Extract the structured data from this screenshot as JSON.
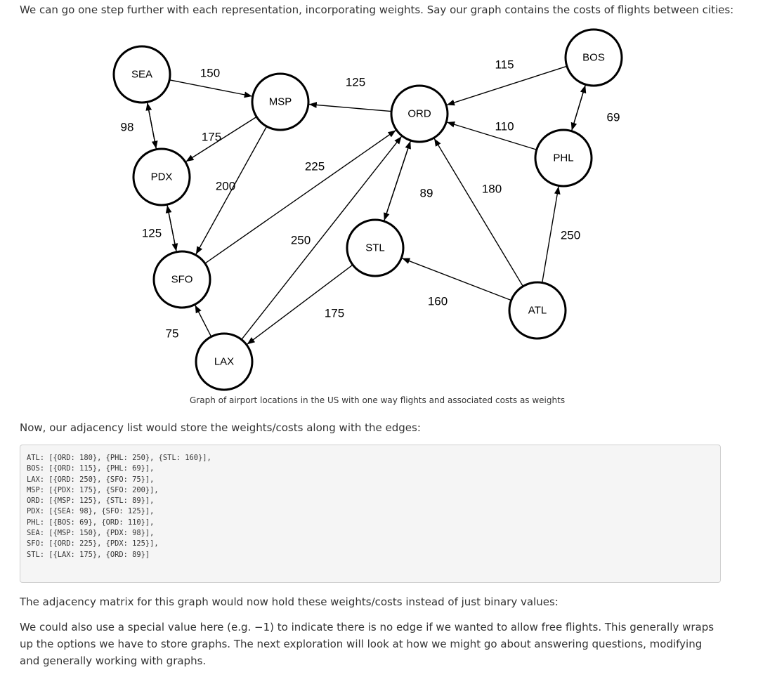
{
  "intro_text": "We can go one step further with each representation, incorporating weights. Say our graph contains the costs of flights between cities:",
  "graph": {
    "nodes": {
      "SEA": "SEA",
      "MSP": "MSP",
      "ORD": "ORD",
      "BOS": "BOS",
      "PDX": "PDX",
      "PHL": "PHL",
      "STL": "STL",
      "SFO": "SFO",
      "ATL": "ATL",
      "LAX": "LAX"
    },
    "edges": [
      {
        "from": "SEA",
        "to": "MSP",
        "weight": "150"
      },
      {
        "from": "SEA",
        "to": "PDX",
        "weight": "98"
      },
      {
        "from": "PDX",
        "to": "SEA",
        "weight": "98"
      },
      {
        "from": "ORD",
        "to": "MSP",
        "weight": "125"
      },
      {
        "from": "BOS",
        "to": "ORD",
        "weight": "115"
      },
      {
        "from": "MSP",
        "to": "PDX",
        "weight": "175"
      },
      {
        "from": "MSP",
        "to": "SFO",
        "weight": "200"
      },
      {
        "from": "SFO",
        "to": "ORD",
        "weight": "225"
      },
      {
        "from": "PHL",
        "to": "ORD",
        "weight": "110"
      },
      {
        "from": "BOS",
        "to": "PHL",
        "weight": "69"
      },
      {
        "from": "PHL",
        "to": "BOS",
        "weight": "69"
      },
      {
        "from": "PDX",
        "to": "SFO",
        "weight": "125"
      },
      {
        "from": "SFO",
        "to": "PDX",
        "weight": "125"
      },
      {
        "from": "ORD",
        "to": "STL",
        "weight": "89"
      },
      {
        "from": "STL",
        "to": "ORD",
        "weight": "89"
      },
      {
        "from": "ATL",
        "to": "ORD",
        "weight": "180"
      },
      {
        "from": "LAX",
        "to": "ORD",
        "weight": "250"
      },
      {
        "from": "ATL",
        "to": "PHL",
        "weight": "250"
      },
      {
        "from": "ATL",
        "to": "STL",
        "weight": "160"
      },
      {
        "from": "STL",
        "to": "LAX",
        "weight": "175"
      },
      {
        "from": "LAX",
        "to": "SFO",
        "weight": "75"
      }
    ]
  },
  "caption": "Graph of airport locations in the US with one way flights and associated costs as weights",
  "now_text": "Now, our adjacency list would store the weights/costs along with the edges:",
  "code_lines": [
    "ATL: [{ORD: 180}, {PHL: 250}, {STL: 160}],",
    "BOS: [{ORD: 115}, {PHL: 69}],",
    "LAX: [{ORD: 250}, {SFO: 75}],",
    "MSP: [{PDX: 175}, {SFO: 200}],",
    "ORD: [{MSP: 125}, {STL: 89}],",
    "PDX: [{SEA: 98}, {SFO: 125}],",
    "PHL: [{BOS: 69}, {ORD: 110}],",
    "SEA: [{MSP: 150}, {PDX: 98}],",
    "SFO: [{ORD: 225}, {PDX: 125}],",
    "STL: [{LAX: 175}, {ORD: 89}]"
  ],
  "matrix_text": "The adjacency matrix for this graph would now hold these weights/costs instead of just binary values:",
  "closing_text": "We could also use a special value here (e.g. −1) to indicate there is no edge if we wanted to allow free flights. This generally wraps up the options we have to store graphs. The next exploration will look at how we might go about answering questions, modifying and generally working with graphs."
}
